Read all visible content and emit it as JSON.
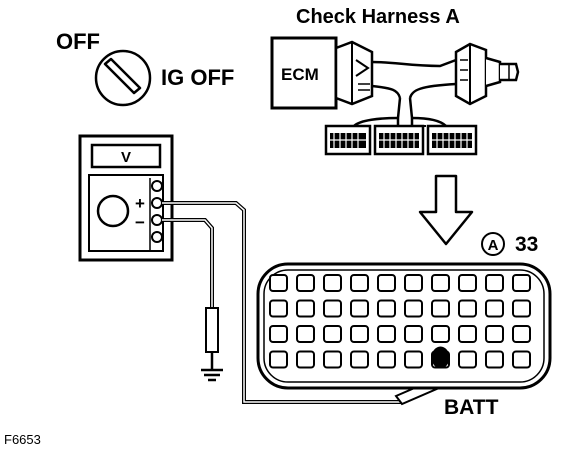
{
  "labels": {
    "off": "OFF",
    "ig_off": "IG OFF",
    "title": "Check Harness A",
    "ecm": "ECM",
    "voltmeter_mode": "V",
    "plus": "+",
    "minus": "−",
    "connector_letter": "A",
    "connector_number": "33",
    "batt": "BATT",
    "figure_id": "F6653"
  },
  "connector_grid": {
    "rows": 4,
    "cols": 10,
    "highlighted_row": 4,
    "highlighted_col": 7
  }
}
